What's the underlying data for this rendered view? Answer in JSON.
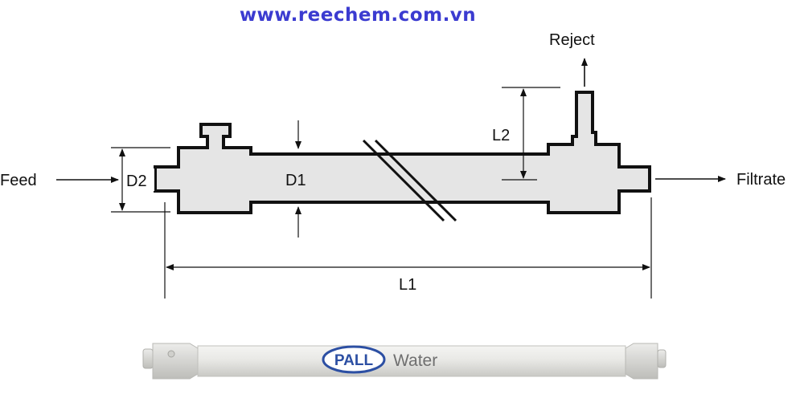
{
  "header": {
    "url": "www.reechem.com.vn"
  },
  "diagram": {
    "labels": {
      "feed": "Feed",
      "filtrate": "Filtrate",
      "reject": "Reject",
      "d1": "D1",
      "d2": "D2",
      "l1": "L1",
      "l2": "L2"
    }
  },
  "product": {
    "brand": "PALL",
    "name": "Water"
  },
  "colors": {
    "url": "#3b3bd0",
    "pall_blue": "#2c4fa3"
  }
}
